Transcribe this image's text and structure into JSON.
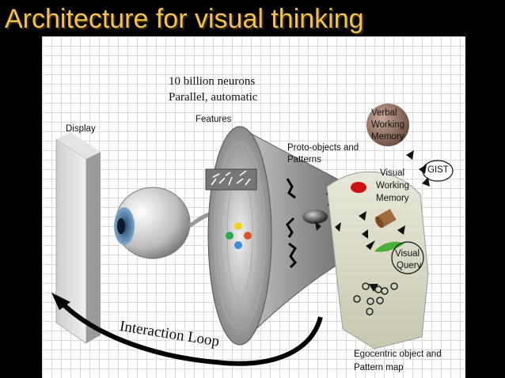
{
  "slide": {
    "title": "Architecture for visual thinking"
  },
  "diagram": {
    "neurons_line1": "10 billion neurons",
    "neurons_line2": "Parallel, automatic",
    "display_label": "Display",
    "features_label": "Features",
    "protoobjects_line1": "Proto-objects and",
    "protoobjects_line2": "Patterns",
    "verbal_wm_line1": "Verbal",
    "verbal_wm_line2": "Working",
    "verbal_wm_line3": "Memory",
    "gist_label": "GIST",
    "visual_wm_line1": "Visual",
    "visual_wm_line2": "Working",
    "visual_wm_line3": "Memory",
    "visual_query_line1": "Visual",
    "visual_query_line2": "Query",
    "interaction_loop_label": "Interaction Loop",
    "egocentric_line1": "Egocentric object and",
    "egocentric_line2": "Pattern map"
  },
  "colors": {
    "title": "#f2c24a",
    "background": "#000000",
    "verbal_memory_sphere": "#9a7a6a",
    "visual_memory_box": "#dcdcc8",
    "query_leaf": "#4caf3a",
    "red_dot": "#cc1111"
  }
}
